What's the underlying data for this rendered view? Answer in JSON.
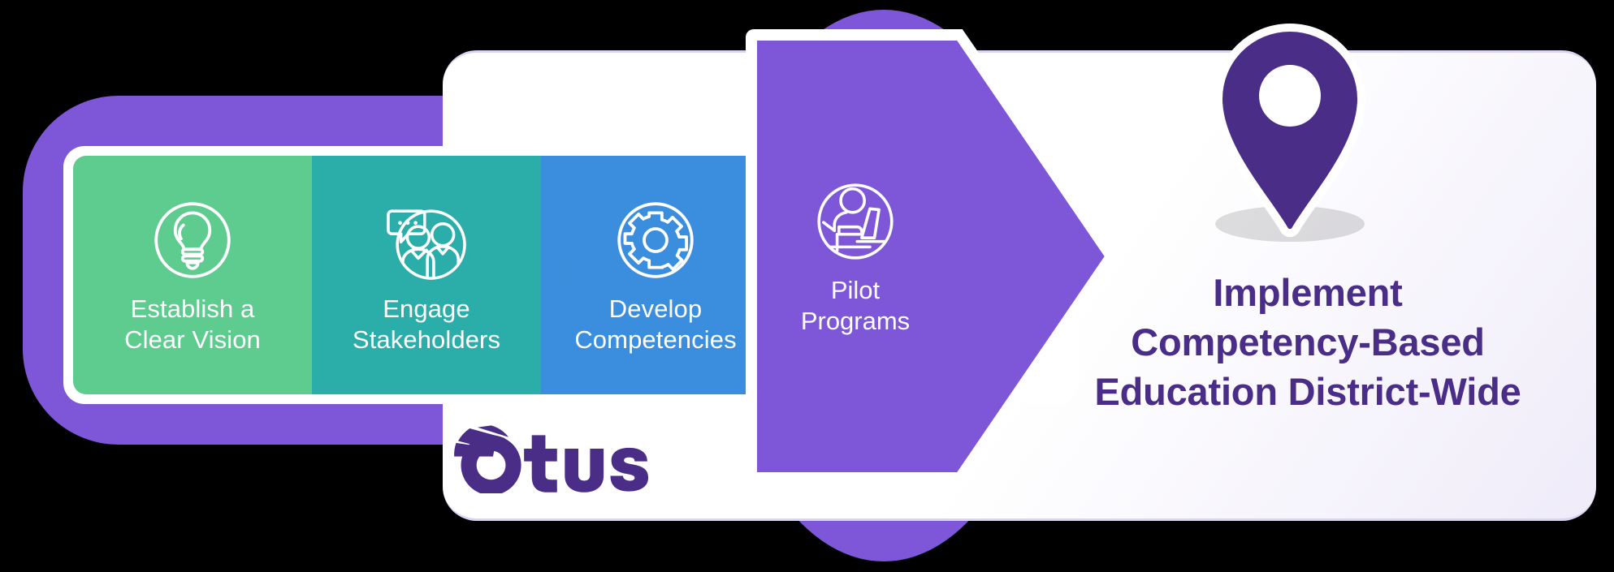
{
  "theme": {
    "purple": "#7e57d8",
    "deep_purple": "#4a2d87",
    "green": "#5ecb8f",
    "teal": "#2bada9",
    "blue": "#3b8ede",
    "white": "#ffffff"
  },
  "steps": [
    {
      "id": "establish-clear-vision",
      "line1": "Establish a",
      "line2": "Clear Vision",
      "icon": "lightbulb-icon",
      "color": "#5ecb8f"
    },
    {
      "id": "engage-stakeholders",
      "line1": "Engage",
      "line2": "Stakeholders",
      "icon": "people-chat-icon",
      "color": "#2bada9"
    },
    {
      "id": "develop-competencies",
      "line1": "Develop",
      "line2": "Competencies",
      "icon": "gear-icon",
      "color": "#3b8ede"
    },
    {
      "id": "pilot-programs",
      "line1": "Pilot",
      "line2": "Programs",
      "icon": "person-laptop-icon",
      "color": "#7e57d8"
    }
  ],
  "outcome": {
    "pin_icon": "map-pin-icon",
    "line1": "Implement",
    "line2": "Competency-Based",
    "line3": "Education District-Wide"
  },
  "brand": {
    "logo_icon": "otus-logo-icon",
    "name": "Otus",
    "wordmark": "tus"
  }
}
